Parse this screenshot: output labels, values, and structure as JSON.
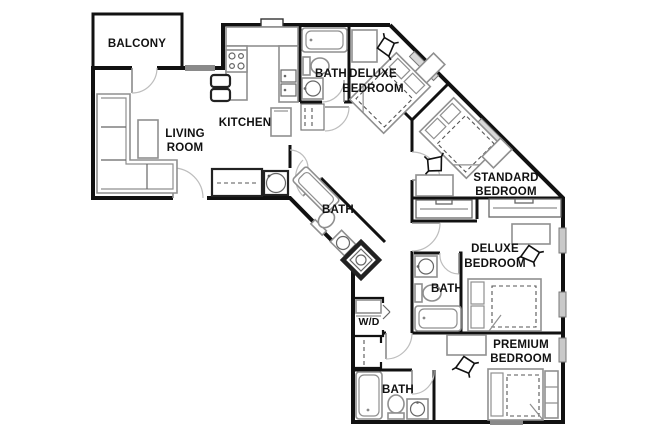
{
  "rooms": {
    "balcony": {
      "label": "BALCONY"
    },
    "living_room": {
      "line1": "LIVING",
      "line2": "ROOM"
    },
    "kitchen": {
      "label": "KITCHEN"
    },
    "bath_top": {
      "label": "BATH"
    },
    "deluxe_bedroom_top": {
      "line1": "DELUXE",
      "line2": "BEDROOM"
    },
    "standard_bedroom": {
      "line1": "STANDARD",
      "line2": "BEDROOM"
    },
    "deluxe_bedroom_right": {
      "line1": "DELUXE",
      "line2": "BEDROOM"
    },
    "bath_right": {
      "label": "BATH"
    },
    "premium_bedroom": {
      "line1": "PREMIUM",
      "line2": "BEDROOM"
    },
    "bath_middle": {
      "label": "BATH"
    },
    "laundry": {
      "label": "W/D"
    },
    "bath_bottom": {
      "label": "BATH"
    }
  },
  "colors": {
    "wall": "#111111",
    "furn": "#8f8f8f",
    "furn-dark": "#666666",
    "bold-fix": "#222222",
    "arc": "#bdbdbd",
    "leaf": "#8a8a8a",
    "window": "#8a8a8a",
    "label": "#111111",
    "bg": "#ffffff"
  }
}
